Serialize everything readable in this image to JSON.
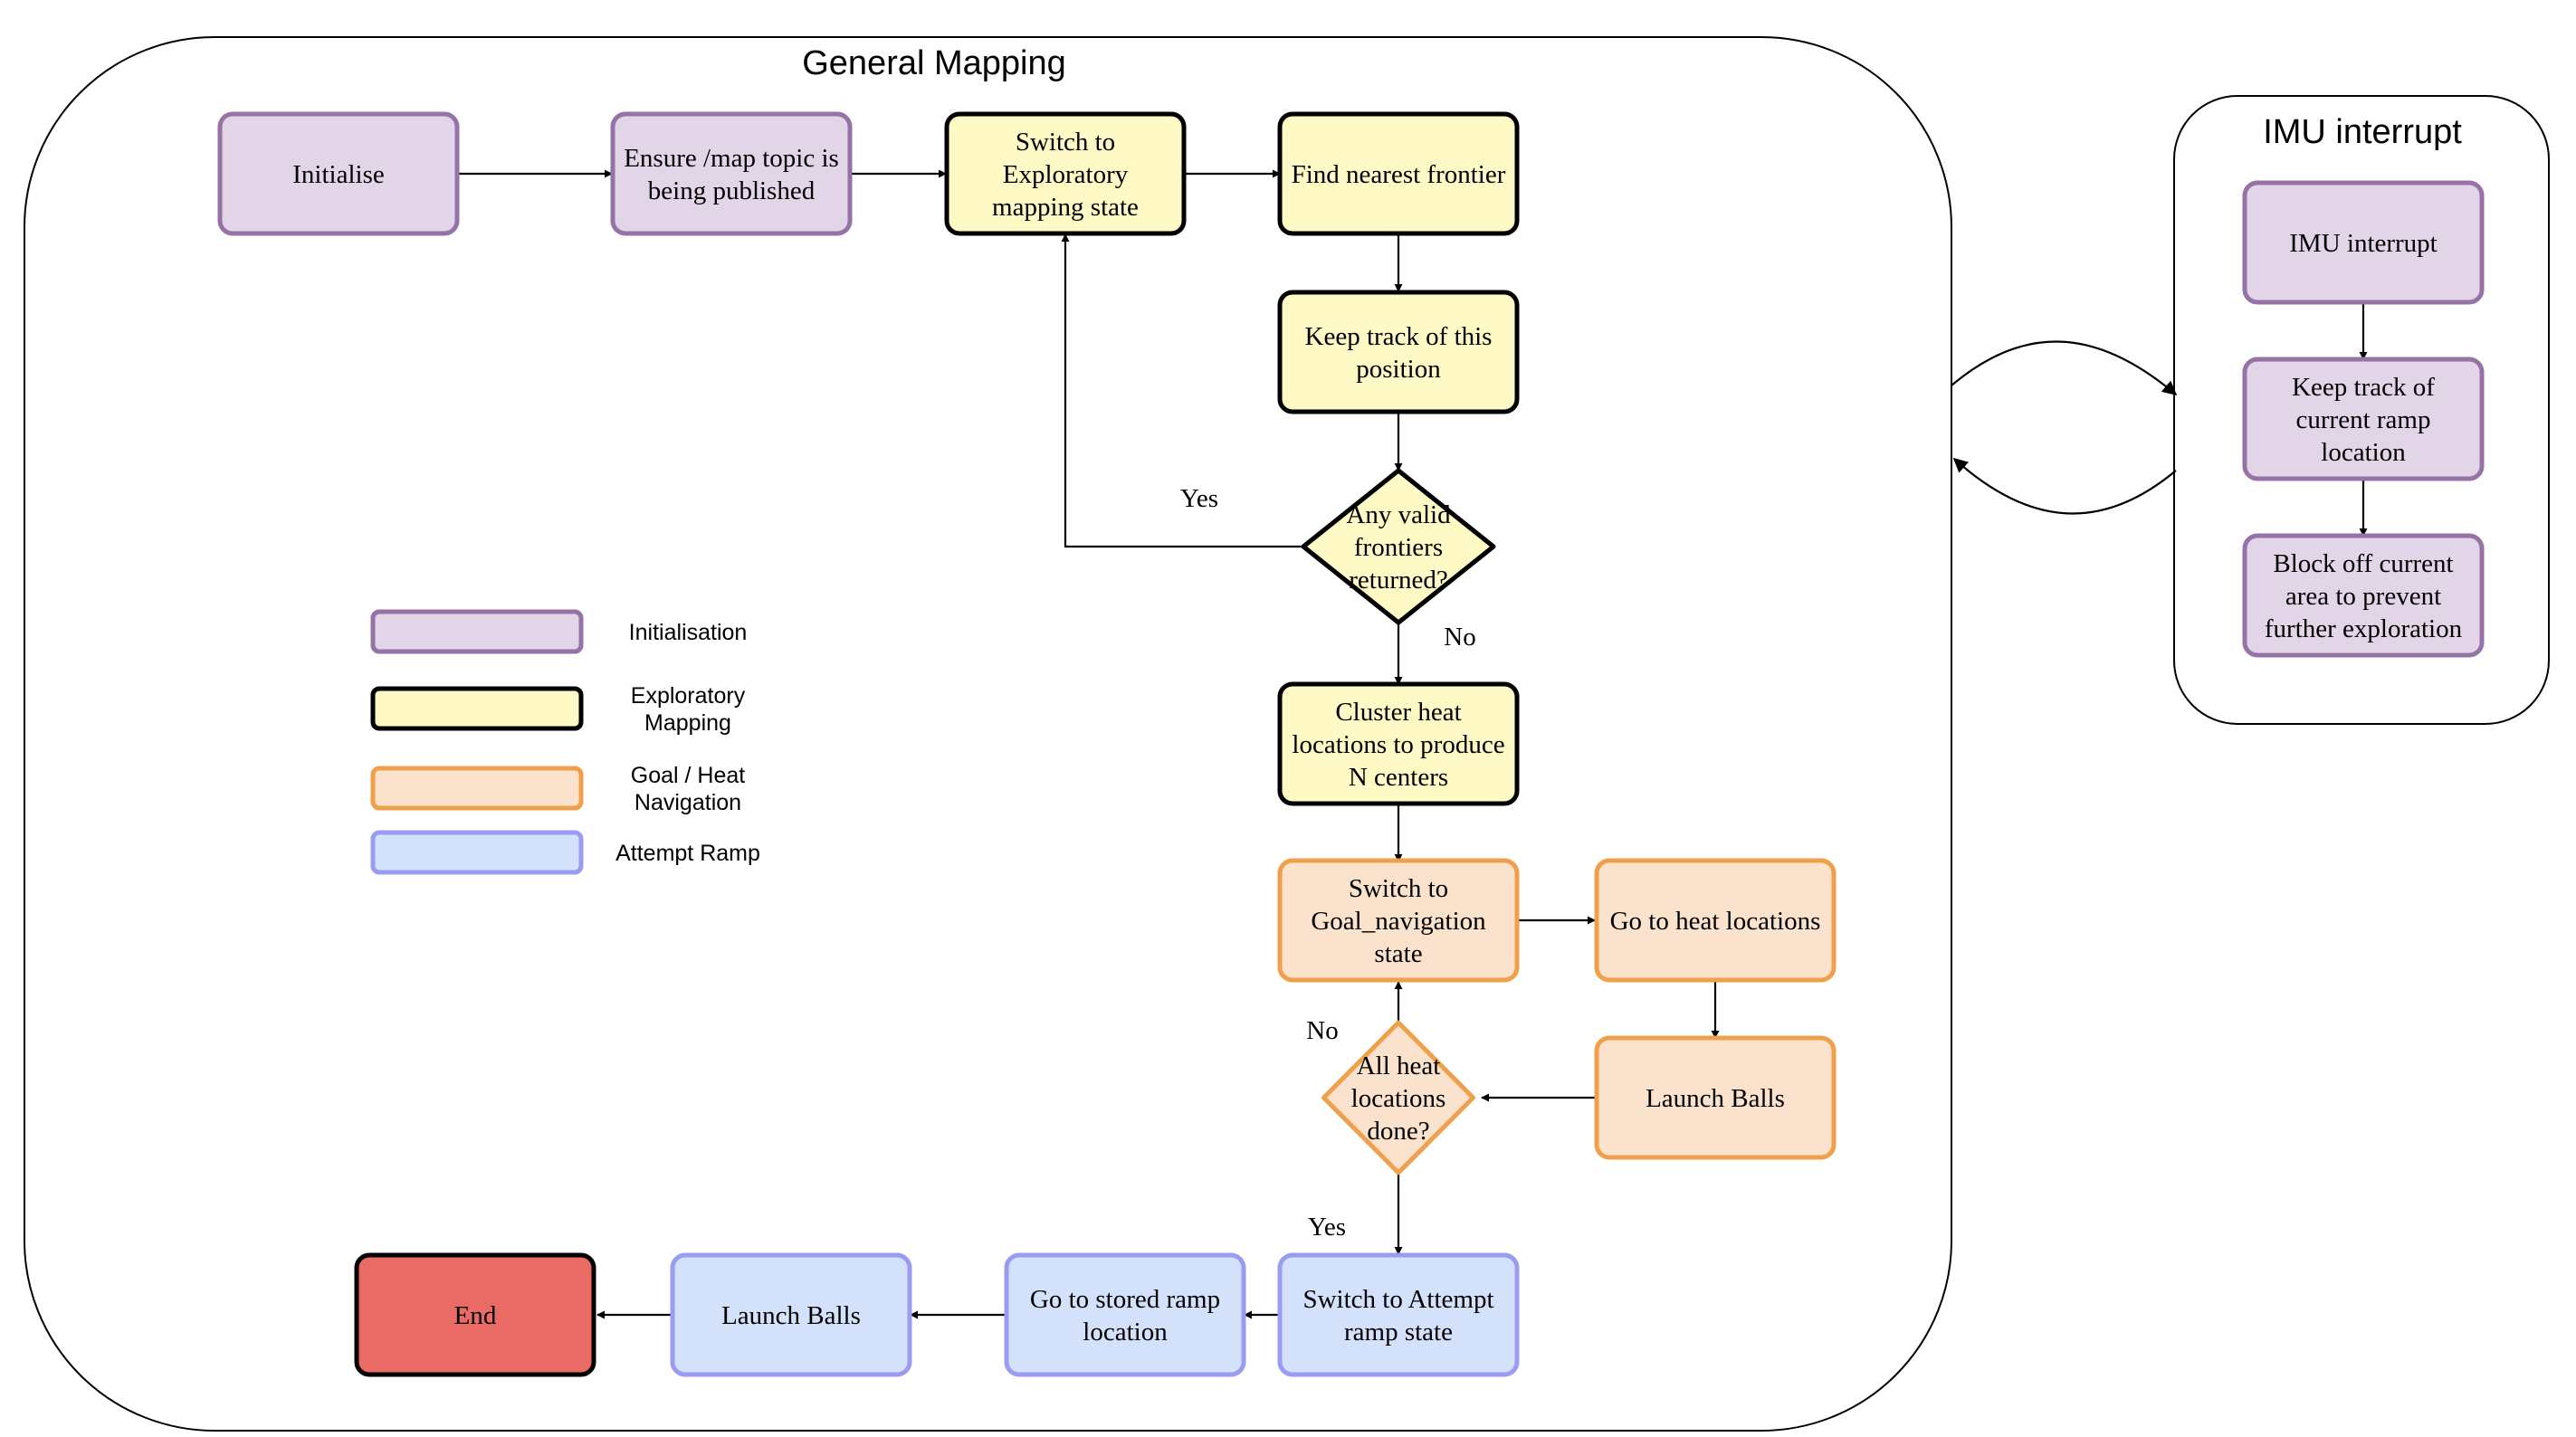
{
  "colors": {
    "initialisation": {
      "fill": "#e1d5e7",
      "stroke": "#9673a6"
    },
    "exploratory": {
      "fill": "#fff9c6",
      "stroke": "#000000"
    },
    "goal": {
      "fill": "#fae2cc",
      "stroke": "#f0a04b"
    },
    "ramp": {
      "fill": "#d4e1fb",
      "stroke": "#9a9cf2"
    },
    "end": {
      "fill": "#ea6b66",
      "stroke": "#000000"
    }
  },
  "containers": {
    "general_mapping": {
      "title": "General Mapping"
    },
    "imu_interrupt": {
      "title": "IMU interrupt"
    }
  },
  "nodes": {
    "initialise": {
      "lines": [
        "Initialise"
      ]
    },
    "ensure_map": {
      "lines": [
        "Ensure /map topic is",
        "being published"
      ]
    },
    "switch_exploratory": {
      "lines": [
        "Switch to",
        "Exploratory",
        "mapping state"
      ]
    },
    "find_frontier": {
      "lines": [
        "Find nearest frontier"
      ]
    },
    "keep_track_position": {
      "lines": [
        "Keep track of this",
        "position"
      ]
    },
    "any_valid_frontiers": {
      "lines": [
        "Any valid",
        "frontiers",
        "returned?"
      ]
    },
    "cluster_heat": {
      "lines": [
        "Cluster heat",
        "locations to produce",
        "N centers"
      ]
    },
    "switch_goal_nav": {
      "lines": [
        "Switch to",
        "Goal_navigation",
        "state"
      ]
    },
    "go_heat_locations": {
      "lines": [
        "Go to heat locations"
      ]
    },
    "launch_balls_goal": {
      "lines": [
        "Launch Balls"
      ]
    },
    "all_heat_done": {
      "lines": [
        "All heat",
        "locations",
        "done?"
      ]
    },
    "switch_attempt_ramp": {
      "lines": [
        "Switch to Attempt",
        "ramp state"
      ]
    },
    "go_stored_ramp": {
      "lines": [
        "Go to stored ramp",
        "location"
      ]
    },
    "launch_balls_ramp": {
      "lines": [
        "Launch Balls"
      ]
    },
    "end": {
      "lines": [
        "End"
      ]
    },
    "imu_interrupt": {
      "lines": [
        "IMU interrupt"
      ]
    },
    "keep_track_ramp": {
      "lines": [
        "Keep track of",
        "current ramp",
        "location"
      ]
    },
    "block_off_area": {
      "lines": [
        "Block off current",
        "area to prevent",
        "further exploration"
      ]
    }
  },
  "edge_labels": {
    "frontiers_yes": "Yes",
    "frontiers_no": "No",
    "heat_no": "No",
    "heat_yes": "Yes"
  },
  "legend": [
    {
      "key": "initialisation",
      "label_lines": [
        "Initialisation"
      ]
    },
    {
      "key": "exploratory",
      "label_lines": [
        "Exploratory",
        "Mapping"
      ]
    },
    {
      "key": "goal",
      "label_lines": [
        "Goal / Heat",
        "Navigation"
      ]
    },
    {
      "key": "ramp",
      "label_lines": [
        "Attempt Ramp"
      ]
    }
  ]
}
